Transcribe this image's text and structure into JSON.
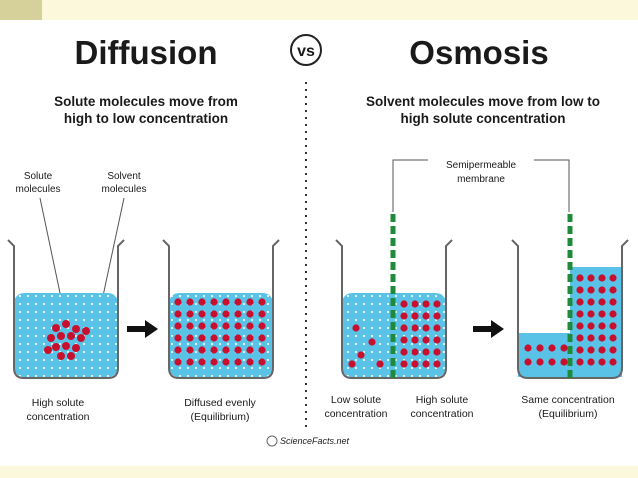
{
  "left": {
    "title": "Diffusion",
    "subtitle_line1": "Solute molecules move from",
    "subtitle_line2": "high to low concentration",
    "label_solute_line1": "Solute",
    "label_solute_line2": "molecules",
    "label_solvent_line1": "Solvent",
    "label_solvent_line2": "molecules",
    "beaker1_caption_line1": "High solute",
    "beaker1_caption_line2": "concentration",
    "beaker2_caption_line1": "Diffused evenly",
    "beaker2_caption_line2": "(Equilibrium)"
  },
  "vs_label": "vs",
  "right": {
    "title": "Osmosis",
    "subtitle_line1": "Solvent molecules move from low to",
    "subtitle_line2": "high solute concentration",
    "membrane_label_line1": "Semipermeable",
    "membrane_label_line2": "membrane",
    "beaker3_caption_left_line1": "Low solute",
    "beaker3_caption_left_line2": "concentration",
    "beaker3_caption_right_line1": "High solute",
    "beaker3_caption_right_line2": "concentration",
    "beaker4_caption_line1": "Same concentration",
    "beaker4_caption_line2": "(Equilibrium)"
  },
  "credit": "ScienceFacts.net",
  "colors": {
    "water": "#5bc2e7",
    "water_light": "#8fd6f0",
    "solute": "#c8102e",
    "membrane": "#1f8a3a",
    "glass": "#bfe3f0"
  }
}
